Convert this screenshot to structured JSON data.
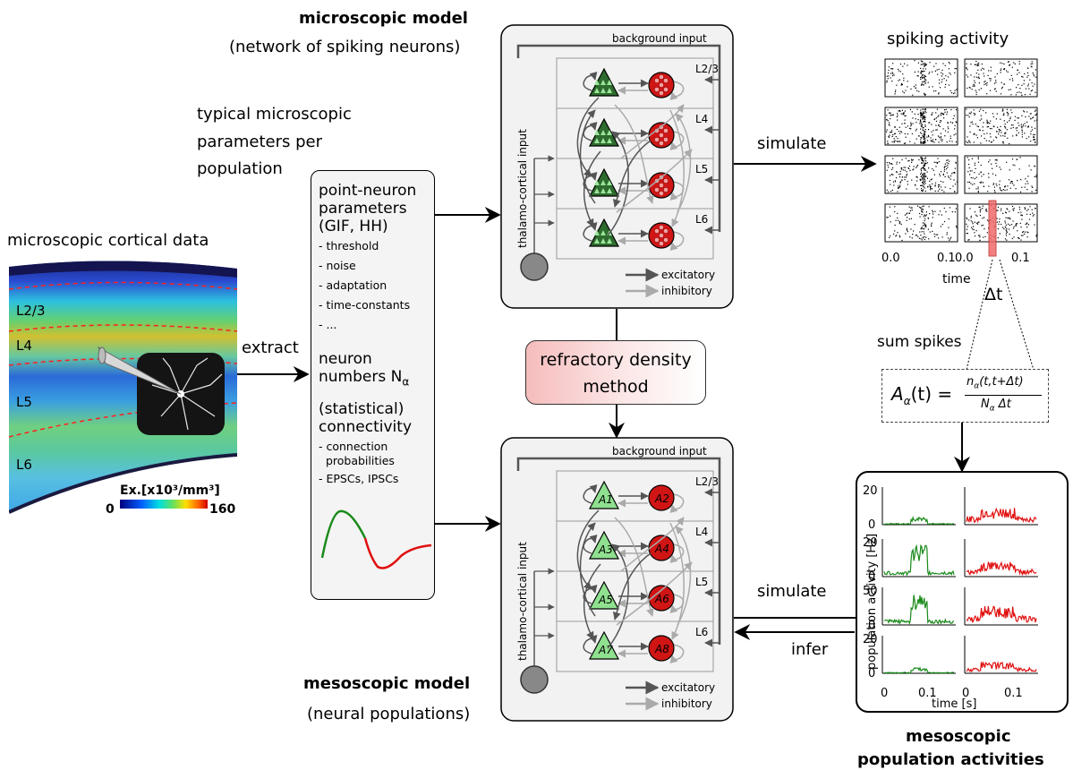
{
  "labels": {
    "micro_title": "microscopic model",
    "micro_subtitle": "(network of spiking neurons)",
    "typical_params": [
      "typical microscopic",
      "parameters per",
      "population"
    ],
    "cortical_data": "microscopic cortical data",
    "extract": "extract",
    "simulate_top": "simulate",
    "simulate_bottom": "simulate",
    "infer": "infer",
    "spiking_activity": "spiking activity",
    "sum_spikes": "sum spikes",
    "delta_t": "Δt",
    "meso_title": "mesoscopic model",
    "meso_subtitle": "(neural populations)",
    "meso_pop_line1": "mesoscopic",
    "meso_pop_line2": "population activities"
  },
  "param_box": {
    "heading": [
      "point-neuron",
      "parameters",
      "(GIF, HH)"
    ],
    "items": [
      "- threshold",
      "- noise",
      "- adaptation",
      "- time-constants",
      "- ..."
    ],
    "neuron_numbers": "neuron",
    "neuron_numbers2": "numbers N",
    "neuron_numbers_sub": "α",
    "connectivity": [
      "(statistical)",
      "connectivity"
    ],
    "conn_items": [
      "- connection",
      "  probabilities",
      "- EPSCs, IPSCs"
    ]
  },
  "rdm": {
    "line1": "refractory density",
    "line2": "method"
  },
  "network": {
    "background_input": "background input",
    "thalamo": "thalamo-cortical input",
    "layers": [
      "L2/3",
      "L4",
      "L5",
      "L6"
    ],
    "legend_exc": "excitatory",
    "legend_inh": "inhibitory",
    "pop_labels_exc": [
      "A1",
      "A3",
      "A5",
      "A7"
    ],
    "pop_labels_inh": [
      "A2",
      "A4",
      "A6",
      "A8"
    ]
  },
  "cortex": {
    "layers": [
      "L2/3",
      "L4",
      "L5",
      "L6"
    ],
    "colorbar_label": "Ex.[x10³/mm³]",
    "colorbar_min": "0",
    "colorbar_max": "160"
  },
  "raster": {
    "x_ticks_left": [
      "0.0",
      "0.1"
    ],
    "x_ticks_right": [
      "0.0",
      "0.1"
    ],
    "xlabel": "time"
  },
  "formula": {
    "lhs": "A",
    "lhs_sub": "α",
    "lhs_arg": "(t) =",
    "num": "n",
    "num_sub": "α",
    "num_arg": "(t,t+Δt)",
    "den": "N",
    "den_sub": "α",
    "den_arg": " Δt"
  },
  "chart_data": {
    "type": "line",
    "ylabel": "population activity [Hz]",
    "xlabel": "time [s]",
    "x_ticks": [
      "0",
      "0.1",
      "0",
      "0.1"
    ],
    "rows": [
      {
        "ytop": "20",
        "ybottom": "0",
        "exc_color": "#1a8a1a",
        "inh_color": "#e01010",
        "exc_peak": 4,
        "inh_peak": 9
      },
      {
        "ytop": "20",
        "ybottom": "0",
        "exc_color": "#1a8a1a",
        "inh_color": "#e01010",
        "exc_peak": 17,
        "inh_peak": 8
      },
      {
        "ytop": "50",
        "ybottom": "0",
        "exc_color": "#1a8a1a",
        "inh_color": "#e01010",
        "exc_peak": 42,
        "inh_peak": 25
      },
      {
        "ytop": "20",
        "ybottom": "0",
        "exc_color": "#1a8a1a",
        "inh_color": "#e01010",
        "exc_peak": 3,
        "inh_peak": 6
      }
    ]
  },
  "colors": {
    "exc_green": "#1a8a1a",
    "inh_red": "#e01010",
    "tri_dark": "#2e6b2e",
    "tri_light": "#8fe08f",
    "circle_red": "#d01515",
    "arrow_dark": "#555555",
    "arrow_light": "#aaaaaa"
  }
}
